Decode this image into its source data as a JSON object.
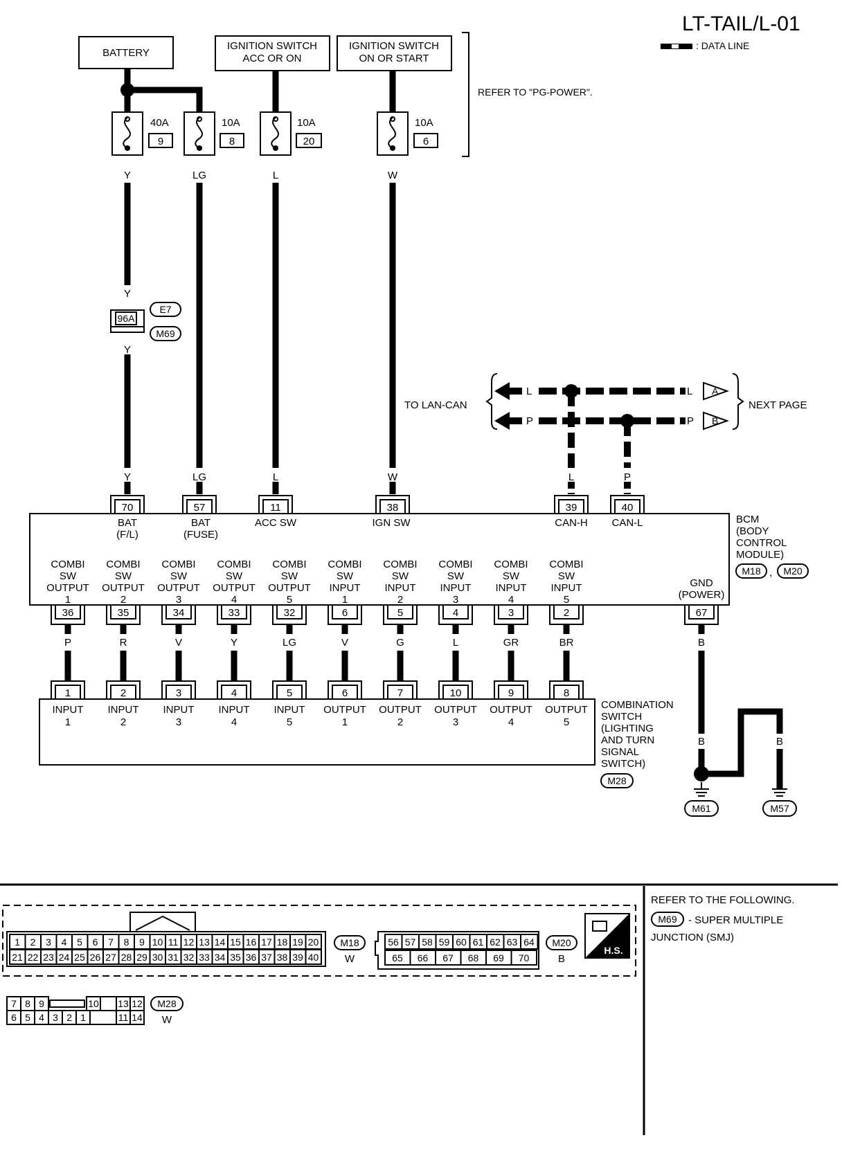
{
  "title": "LT-TAIL/L-01",
  "legend_text": ": DATA LINE",
  "refer_power": "REFER TO \"PG-POWER\".",
  "sources": {
    "battery": "BATTERY",
    "ign_acc_1": "IGNITION SWITCH",
    "ign_acc_2": "ACC OR ON",
    "ign_on_1": "IGNITION SWITCH",
    "ign_on_2": "ON OR START"
  },
  "fuses": [
    {
      "amp": "40A",
      "num": "9",
      "color": "Y"
    },
    {
      "amp": "10A",
      "num": "8",
      "color": "LG"
    },
    {
      "amp": "10A",
      "num": "20",
      "color": "L"
    },
    {
      "amp": "10A",
      "num": "6",
      "color": "W"
    }
  ],
  "joint": {
    "pin": "96A",
    "c1": "E7",
    "c2": "M69",
    "upper": "Y",
    "lower": "Y"
  },
  "lan": {
    "to": "TO LAN-CAN",
    "next": "NEXT PAGE",
    "l": "L",
    "p": "P",
    "a": "A",
    "b": "B"
  },
  "bcm_top": [
    {
      "wire": "Y",
      "pin": "70",
      "l1": "BAT",
      "l2": "(F/L)"
    },
    {
      "wire": "LG",
      "pin": "57",
      "l1": "BAT",
      "l2": "(FUSE)"
    },
    {
      "wire": "L",
      "pin": "11",
      "l1": "ACC SW",
      "l2": ""
    },
    {
      "wire": "W",
      "pin": "38",
      "l1": "IGN SW",
      "l2": ""
    },
    {
      "wire": "L",
      "pin": "39",
      "l1": "CAN-H",
      "l2": ""
    },
    {
      "wire": "P",
      "pin": "40",
      "l1": "CAN-L",
      "l2": ""
    }
  ],
  "bcm_label": [
    "BCM",
    "(BODY",
    "CONTROL",
    "MODULE)"
  ],
  "bcm_conn": [
    "M18",
    "M20"
  ],
  "bcm_bottom": [
    {
      "l1": "COMBI",
      "l2": "SW",
      "l3": "OUTPUT",
      "l4": "1",
      "pin": "36",
      "wire": "P",
      "cpin": "1",
      "c1": "INPUT",
      "c2": "1"
    },
    {
      "l1": "COMBI",
      "l2": "SW",
      "l3": "OUTPUT",
      "l4": "2",
      "pin": "35",
      "wire": "R",
      "cpin": "2",
      "c1": "INPUT",
      "c2": "2"
    },
    {
      "l1": "COMBI",
      "l2": "SW",
      "l3": "OUTPUT",
      "l4": "3",
      "pin": "34",
      "wire": "V",
      "cpin": "3",
      "c1": "INPUT",
      "c2": "3"
    },
    {
      "l1": "COMBI",
      "l2": "SW",
      "l3": "OUTPUT",
      "l4": "4",
      "pin": "33",
      "wire": "Y",
      "cpin": "4",
      "c1": "INPUT",
      "c2": "4"
    },
    {
      "l1": "COMBI",
      "l2": "SW",
      "l3": "OUTPUT",
      "l4": "5",
      "pin": "32",
      "wire": "LG",
      "cpin": "5",
      "c1": "INPUT",
      "c2": "5"
    },
    {
      "l1": "COMBI",
      "l2": "SW",
      "l3": "INPUT",
      "l4": "1",
      "pin": "6",
      "wire": "V",
      "cpin": "6",
      "c1": "OUTPUT",
      "c2": "1"
    },
    {
      "l1": "COMBI",
      "l2": "SW",
      "l3": "INPUT",
      "l4": "2",
      "pin": "5",
      "wire": "G",
      "cpin": "7",
      "c1": "OUTPUT",
      "c2": "2"
    },
    {
      "l1": "COMBI",
      "l2": "SW",
      "l3": "INPUT",
      "l4": "3",
      "pin": "4",
      "wire": "L",
      "cpin": "10",
      "c1": "OUTPUT",
      "c2": "3"
    },
    {
      "l1": "COMBI",
      "l2": "SW",
      "l3": "INPUT",
      "l4": "4",
      "pin": "3",
      "wire": "GR",
      "cpin": "9",
      "c1": "OUTPUT",
      "c2": "4"
    },
    {
      "l1": "COMBI",
      "l2": "SW",
      "l3": "INPUT",
      "l4": "5",
      "pin": "2",
      "wire": "BR",
      "cpin": "8",
      "c1": "OUTPUT",
      "c2": "5"
    }
  ],
  "gnd": {
    "l1": "GND",
    "l2": "(POWER)",
    "pin": "67",
    "wire": "B",
    "b1": "B",
    "b2": "B",
    "b3": "B",
    "g1": "M61",
    "g2": "M57"
  },
  "combi_label": [
    "COMBINATION",
    "SWITCH",
    "(LIGHTING",
    "AND TURN",
    "SIGNAL",
    "SWITCH)"
  ],
  "combi_conn": "M28",
  "bottom": {
    "refer": "REFER TO THE FOLLOWING.",
    "m69": "M69",
    "smj1": "- SUPER MULTIPLE",
    "smj2": "JUNCTION (SMJ)",
    "m18": "M18",
    "m18c": "W",
    "m20": "M20",
    "m20c": "B",
    "m28": "M28",
    "m28c": "W",
    "hs": "H.S.",
    "m18_row1": [
      "1",
      "2",
      "3",
      "4",
      "5",
      "6",
      "7",
      "8",
      "9",
      "10",
      "11",
      "12",
      "13",
      "14",
      "15",
      "16",
      "17",
      "18",
      "19",
      "20"
    ],
    "m18_row2": [
      "21",
      "22",
      "23",
      "24",
      "25",
      "26",
      "27",
      "28",
      "29",
      "30",
      "31",
      "32",
      "33",
      "34",
      "35",
      "36",
      "37",
      "38",
      "39",
      "40"
    ],
    "m20_row1": [
      "56",
      "57",
      "58",
      "59",
      "60",
      "61",
      "62",
      "63",
      "64"
    ],
    "m20_row2": [
      "65",
      "66",
      "67",
      "68",
      "69",
      "70"
    ],
    "m28_row1": [
      "7",
      "8",
      "9",
      "10",
      "13",
      "12"
    ],
    "m28_row2": [
      "6",
      "5",
      "4",
      "3",
      "2",
      "1",
      "11",
      "14"
    ]
  }
}
